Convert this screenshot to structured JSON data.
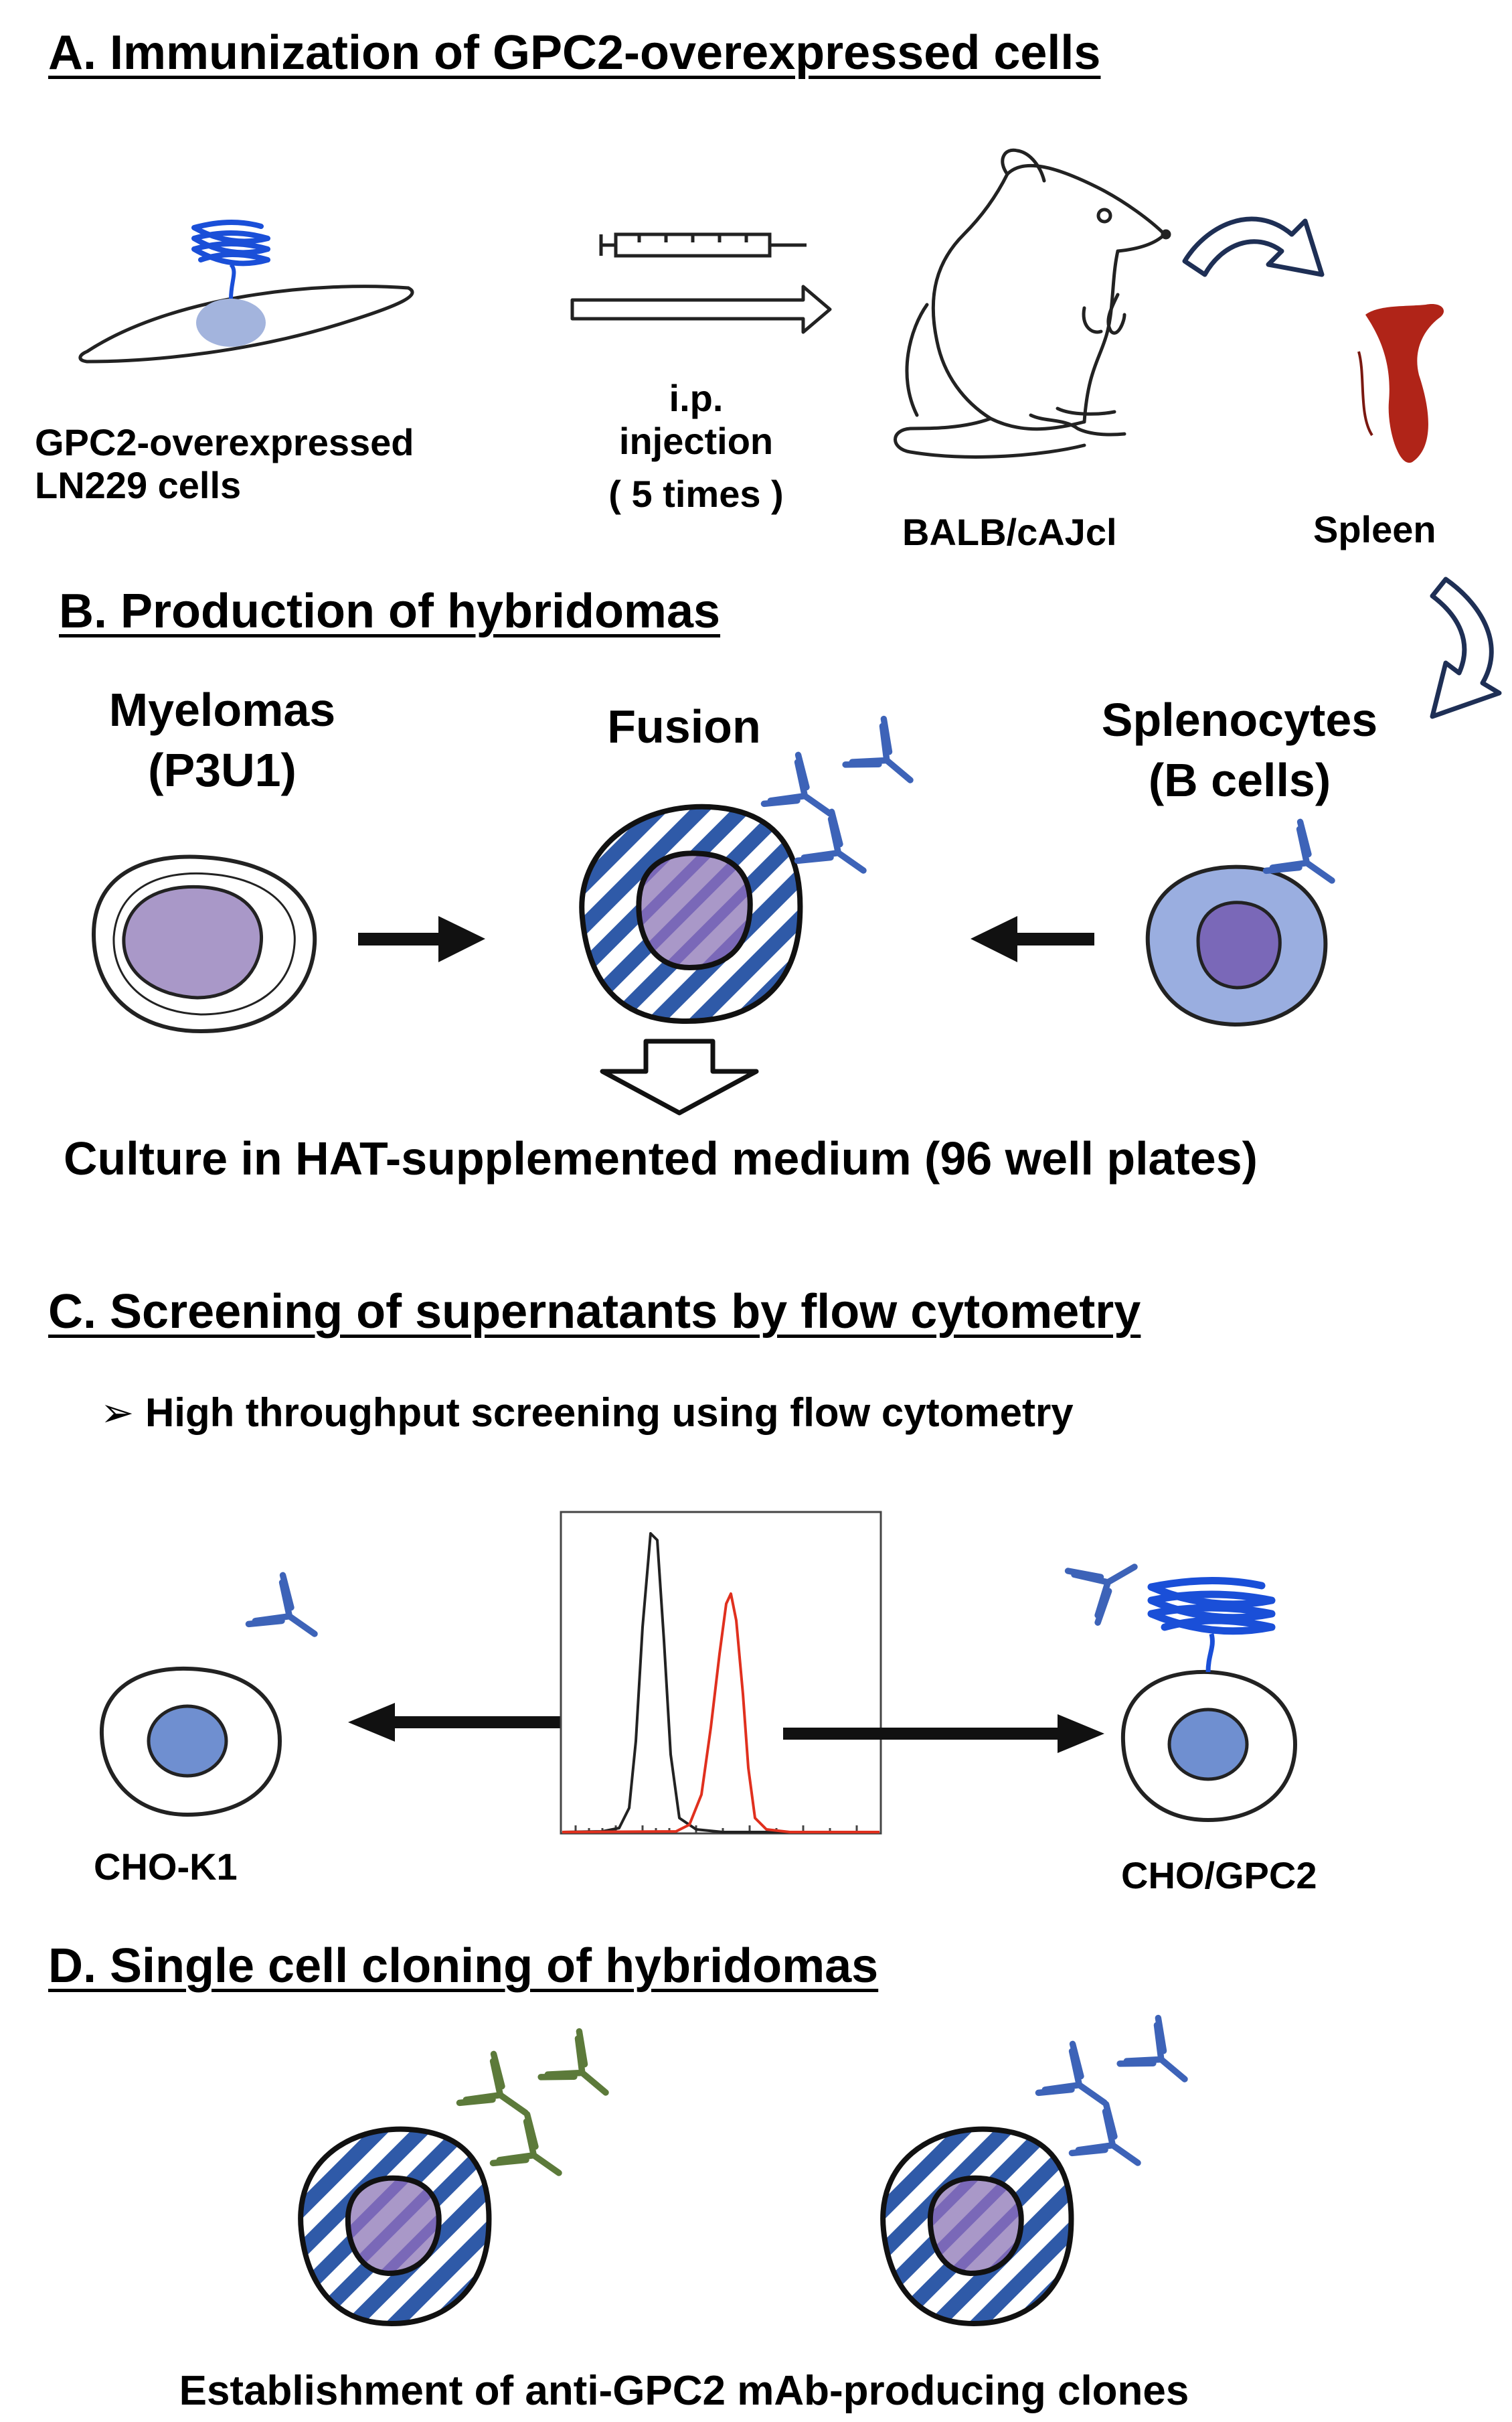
{
  "sections": {
    "A": {
      "title": "A. Immunization of GPC2-overexpressed cells",
      "cell_label_1": "GPC2-overexpressed",
      "cell_label_2": "LN229 cells",
      "injection_1": "i.p.",
      "injection_2": "injection",
      "injection_3": "( 5 times )",
      "mouse_label": "BALB/cAJcl",
      "spleen_label": "Spleen"
    },
    "B": {
      "title": "B. Production of hybridomas",
      "myeloma_1": "Myelomas",
      "myeloma_2": "(P3U1)",
      "fusion": "Fusion",
      "splenocyte_1": "Splenocytes",
      "splenocyte_2": "(B cells)",
      "culture": "Culture in HAT-supplemented medium (96 well plates)"
    },
    "C": {
      "title": "C. Screening of supernatants by flow cytometry",
      "bullet_symbol": "➢",
      "bullet": "High throughput screening using flow cytometry",
      "left_cell": "CHO-K1",
      "right_cell": "CHO/GPC2"
    },
    "D": {
      "title": "D. Single cell cloning of hybridomas",
      "caption": "Establishment of anti-GPC2 mAb-producing clones"
    }
  },
  "colors": {
    "antibody_blue": "#3d63b8",
    "antibody_green": "#5c7a3a",
    "gpc2_blue": "#1a4fd8",
    "nucleus_purple": "#a998c8",
    "nucleus_dark": "#7a68b8",
    "bcell_blue": "#9aaee0",
    "cho_nucleus": "#6f8fd0",
    "spleen_red": "#b02418",
    "hist_black": "#222222",
    "hist_red": "#e0301e"
  }
}
